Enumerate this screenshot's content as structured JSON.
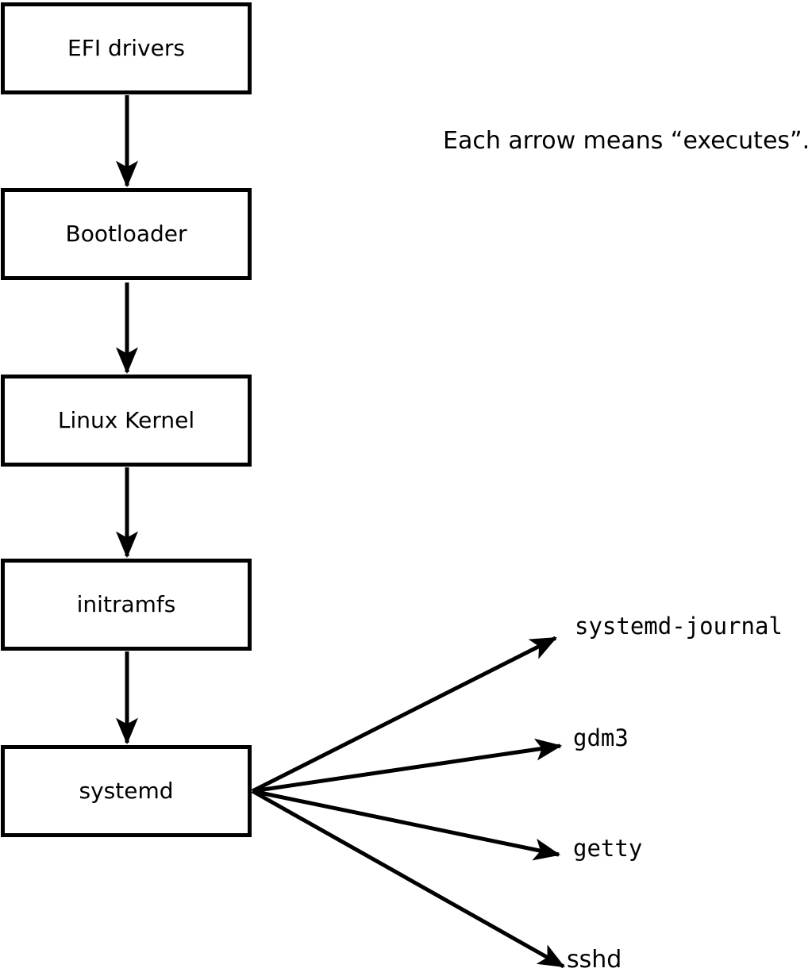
{
  "colors": {
    "foreground": "#000000",
    "background": "#ffffff"
  },
  "caption": "Each arrow means “executes”.",
  "chain": [
    {
      "label": "EFI drivers"
    },
    {
      "label": "Bootloader"
    },
    {
      "label": "Linux Kernel"
    },
    {
      "label": "initramfs"
    },
    {
      "label": "systemd"
    }
  ],
  "processes": [
    {
      "label": "systemd-journal"
    },
    {
      "label": "gdm3"
    },
    {
      "label": "getty"
    },
    {
      "label": "sshd"
    }
  ]
}
